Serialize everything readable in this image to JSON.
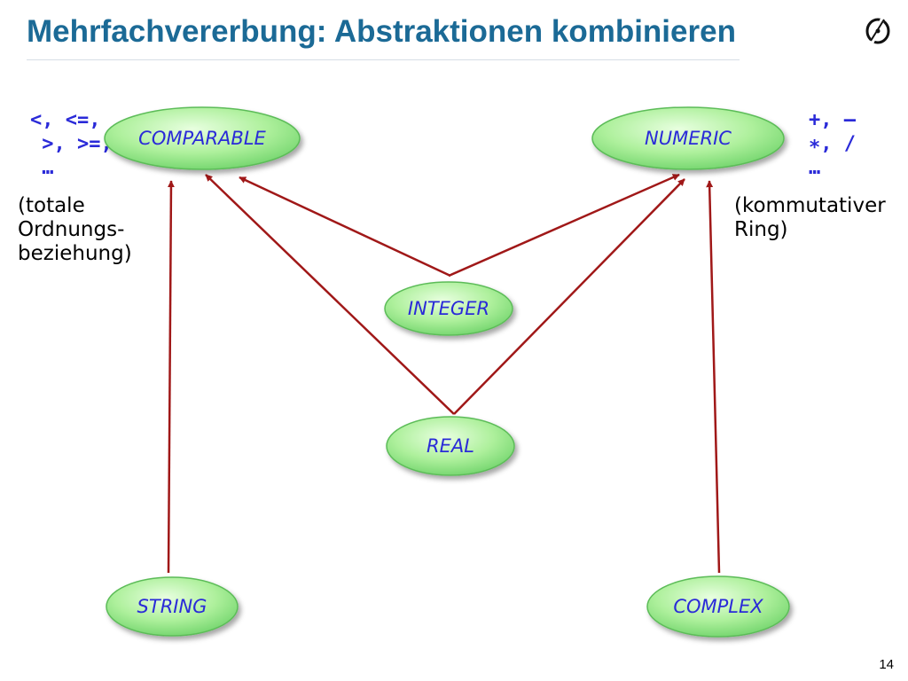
{
  "slide": {
    "title": "Mehrfachvererbung: Abstraktionen kombinieren",
    "page_number": "14"
  },
  "annotations": {
    "comparable_ops": "<, <=,\n >, >=,\n …",
    "comparable_note": "(totale\nOrdnungs-\nbeziehung)",
    "numeric_ops": "+, –\n∗, /\n…",
    "numeric_note": "(kommutativer\nRing)"
  },
  "nodes": [
    {
      "id": "comparable",
      "label": "COMPARABLE"
    },
    {
      "id": "numeric",
      "label": "NUMERIC"
    },
    {
      "id": "integer",
      "label": "INTEGER"
    },
    {
      "id": "real",
      "label": "REAL"
    },
    {
      "id": "string",
      "label": "STRING"
    },
    {
      "id": "complex",
      "label": "COMPLEX"
    }
  ],
  "edges": [
    {
      "from": "string",
      "to": "comparable"
    },
    {
      "from": "integer",
      "to": "comparable"
    },
    {
      "from": "integer",
      "to": "numeric"
    },
    {
      "from": "real",
      "to": "comparable"
    },
    {
      "from": "real",
      "to": "numeric"
    },
    {
      "from": "complex",
      "to": "numeric"
    }
  ],
  "colors": {
    "title": "#1b6a96",
    "arrow": "#a01818",
    "node_fill": "#aef09c",
    "node_label": "#2a2ad8"
  }
}
